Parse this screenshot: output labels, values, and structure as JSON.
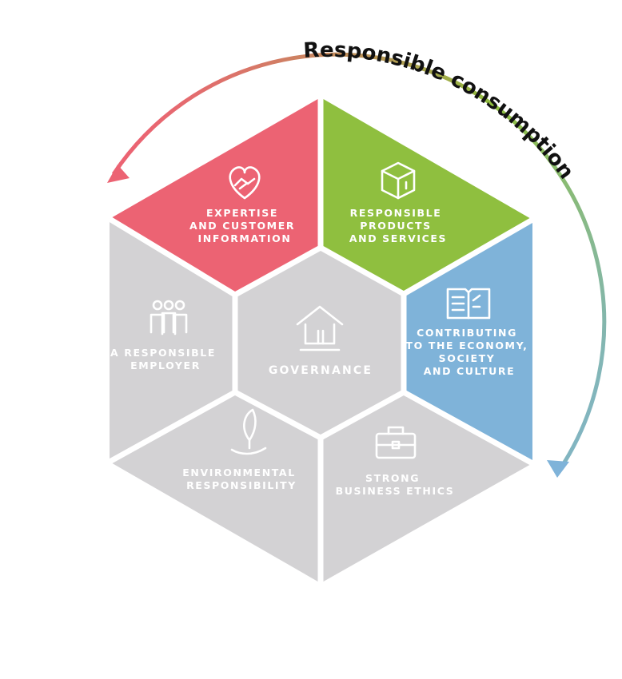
{
  "arc": {
    "title": "Responsible consumption"
  },
  "segments": {
    "expertise": {
      "lines": [
        "EXPERTISE",
        "AND CUSTOMER",
        "INFORMATION"
      ],
      "color": "#ec6373",
      "icon": "handshake-heart-icon"
    },
    "products": {
      "lines": [
        "RESPONSIBLE",
        "PRODUCTS",
        "AND SERVICES"
      ],
      "color": "#8fbf3f",
      "icon": "box-icon"
    },
    "economy": {
      "lines": [
        "CONTRIBUTING",
        "TO THE ECONOMY,",
        "SOCIETY",
        "AND CULTURE"
      ],
      "color": "#7fb3d9",
      "icon": "open-book-icon"
    },
    "ethics": {
      "lines": [
        "STRONG",
        "BUSINESS ETHICS"
      ],
      "color": "#d3d2d4",
      "icon": "briefcase-icon"
    },
    "environment": {
      "lines": [
        "ENVIRONMENTAL",
        "RESPONSIBILITY"
      ],
      "color": "#d3d2d4",
      "icon": "hand-leaf-icon"
    },
    "employer": {
      "lines": [
        "A RESPONSIBLE",
        "EMPLOYER"
      ],
      "color": "#d3d2d4",
      "icon": "people-group-icon"
    }
  },
  "center": {
    "label": "GOVERNANCE",
    "color": "#d3d2d4",
    "icon": "building-icon"
  },
  "colors": {
    "divider": "#ffffff",
    "arrow_start": "#ec6373",
    "arrow_mid": "#8fbf3f",
    "arrow_end": "#7fb3d9"
  }
}
